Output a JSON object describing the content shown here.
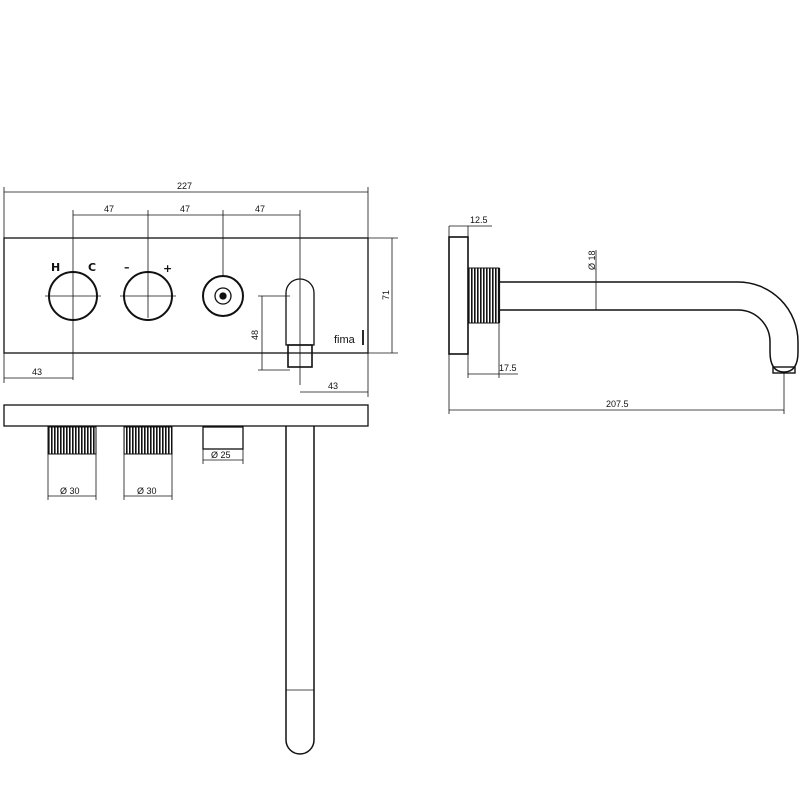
{
  "brand": {
    "logo_text": "fima"
  },
  "front_view": {
    "control_symbols": {
      "hot": "H",
      "cold": "C",
      "minus": "–",
      "plus": "+"
    },
    "dimensions": {
      "overall_width": "227",
      "pitch_1": "47",
      "pitch_2": "47",
      "pitch_3": "47",
      "left_offset": "43",
      "spout_offset": "43",
      "height": "71",
      "spout_height": "48"
    }
  },
  "top_view": {
    "dimensions": {
      "knob_1_diameter": "Ø 30",
      "knob_2_diameter": "Ø 30",
      "diverter_diameter": "Ø 25"
    }
  },
  "side_view": {
    "dimensions": {
      "plate_thickness": "12.5",
      "spout_diameter": "Ø 18",
      "knob_depth": "17.5",
      "projection": "207.5"
    }
  }
}
